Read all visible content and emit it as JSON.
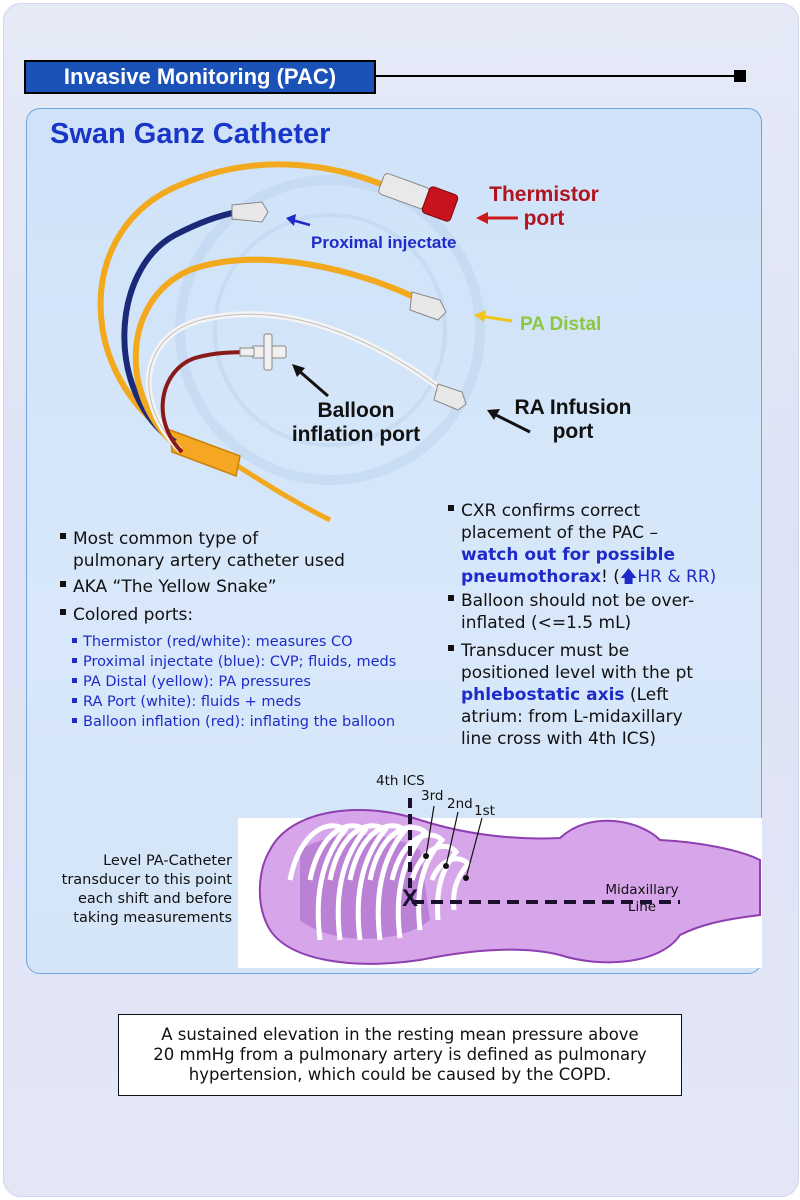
{
  "header": {
    "title": "Invasive Monitoring (PAC)"
  },
  "main": {
    "title": "Swan Ganz Catheter",
    "ports": {
      "thermistor": {
        "line1": "Thermistor",
        "line2": "port"
      },
      "proximal": "Proximal injectate",
      "pa_distal": "PA Distal",
      "ra_infusion": {
        "line1": "RA Infusion",
        "line2": "port"
      },
      "balloon": {
        "line1": "Balloon",
        "line2": "inflation port"
      }
    },
    "left_bullets": [
      {
        "line1": "Most common type of",
        "line2": "pulmonary artery catheter used"
      },
      {
        "text": "AKA “The Yellow Snake”"
      },
      {
        "text": "Colored ports:"
      }
    ],
    "sub_bullets": [
      "Thermistor (red/white): measures CO",
      "Proximal injectate (blue): CVP; fluids, meds",
      "PA Distal (yellow): PA pressures",
      "RA Port (white): fluids + meds",
      "Balloon inflation (red): inflating the balloon"
    ],
    "right_bullets": {
      "cxr": {
        "l1": "CXR confirms correct",
        "l2": "placement of the PAC –",
        "l3": "watch out for possible",
        "l4a": "pneumothorax",
        "l4b": "! (",
        "arrow": "🡅",
        "l4c": "HR & RR)"
      },
      "balloon": {
        "l1": "Balloon should not be over-",
        "l2": "inflated (<=1.5 mL)"
      },
      "transducer": {
        "l1": "Transducer must be",
        "l2": "positioned level with the pt",
        "l3a": "phlebostatic axis",
        "l3b": " (Left",
        "l4": "atrium: from L-midaxillary",
        "l5": "line cross with 4th ICS)"
      }
    },
    "diagram": {
      "ics4": "4th ICS",
      "rib3": "3rd",
      "rib2": "2nd",
      "rib1": "1st",
      "x_mark": "X",
      "midaxillary": {
        "l1": "Midaxillary",
        "l2": "Line"
      }
    },
    "caption": {
      "l1": "Level PA-Catheter",
      "l2": "transducer to this point",
      "l3": "each shift and before",
      "l4": "taking measurements"
    }
  },
  "note": {
    "l1": "A sustained elevation in the resting mean pressure above",
    "l2": "20 mmHg from a pulmonary artery is defined as pulmonary",
    "l3": "hypertension, which could be caused by the COPD."
  },
  "colors": {
    "header_bg": "#1a52b8",
    "title": "#1a36c8",
    "thermistor": "#b0141e",
    "proximal": "#1f2bc9",
    "pa_distal": "#8dc63f",
    "catheter_yellow": "#f2a91e",
    "catheter_blue": "#1b2a78",
    "catheter_red": "#8a1a1a",
    "body_purple": "#c98ee0"
  }
}
